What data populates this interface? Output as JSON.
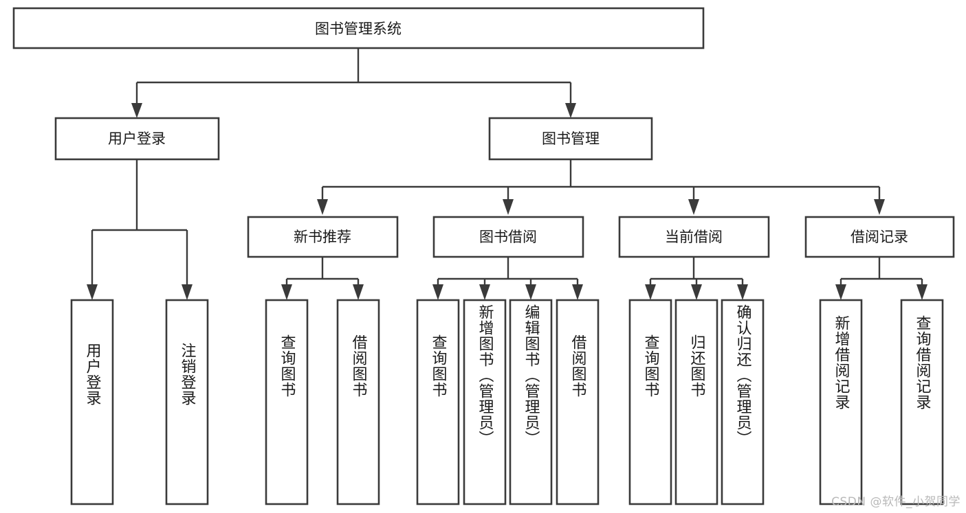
{
  "diagram": {
    "type": "tree-hierarchy",
    "title_node": {
      "label": "图书管理系统"
    },
    "level2": [
      {
        "id": "user-login",
        "label": "用户登录"
      },
      {
        "id": "book-management",
        "label": "图书管理"
      }
    ],
    "level3": [
      {
        "id": "new-book-recommend",
        "label": "新书推荐",
        "parent": "book-management"
      },
      {
        "id": "book-borrow",
        "label": "图书借阅",
        "parent": "book-management"
      },
      {
        "id": "current-borrow",
        "label": "当前借阅",
        "parent": "book-management"
      },
      {
        "id": "borrow-record",
        "label": "借阅记录",
        "parent": "book-management"
      }
    ],
    "leaves": [
      {
        "id": "leaf-user-login",
        "label": "用户登录",
        "parent": "user-login"
      },
      {
        "id": "leaf-logout",
        "label": "注销登录",
        "parent": "user-login"
      },
      {
        "id": "leaf-query-book-1",
        "label": "查询图书",
        "parent": "new-book-recommend"
      },
      {
        "id": "leaf-borrow-book-1",
        "label": "借阅图书",
        "parent": "new-book-recommend"
      },
      {
        "id": "leaf-query-book-2",
        "label": "查询图书",
        "parent": "book-borrow"
      },
      {
        "id": "leaf-add-book",
        "label": "新增图书（管理员）",
        "parent": "book-borrow"
      },
      {
        "id": "leaf-edit-book",
        "label": "编辑图书（管理员）",
        "parent": "book-borrow"
      },
      {
        "id": "leaf-borrow-book-2",
        "label": "借阅图书",
        "parent": "book-borrow"
      },
      {
        "id": "leaf-query-book-3",
        "label": "查询图书",
        "parent": "current-borrow"
      },
      {
        "id": "leaf-return-book",
        "label": "归还图书",
        "parent": "current-borrow"
      },
      {
        "id": "leaf-confirm-return",
        "label": "确认归还（管理员）",
        "parent": "current-borrow"
      },
      {
        "id": "leaf-add-record",
        "label": "新增借阅记录",
        "parent": "borrow-record"
      },
      {
        "id": "leaf-query-record",
        "label": "查询借阅记录",
        "parent": "borrow-record"
      }
    ],
    "watermark": "CSDN @软件_小贺同学",
    "colors": {
      "stroke": "#3a3a3a",
      "fill": "#ffffff",
      "text": "#1a1a1a",
      "watermark": "#b9b9b9"
    }
  }
}
